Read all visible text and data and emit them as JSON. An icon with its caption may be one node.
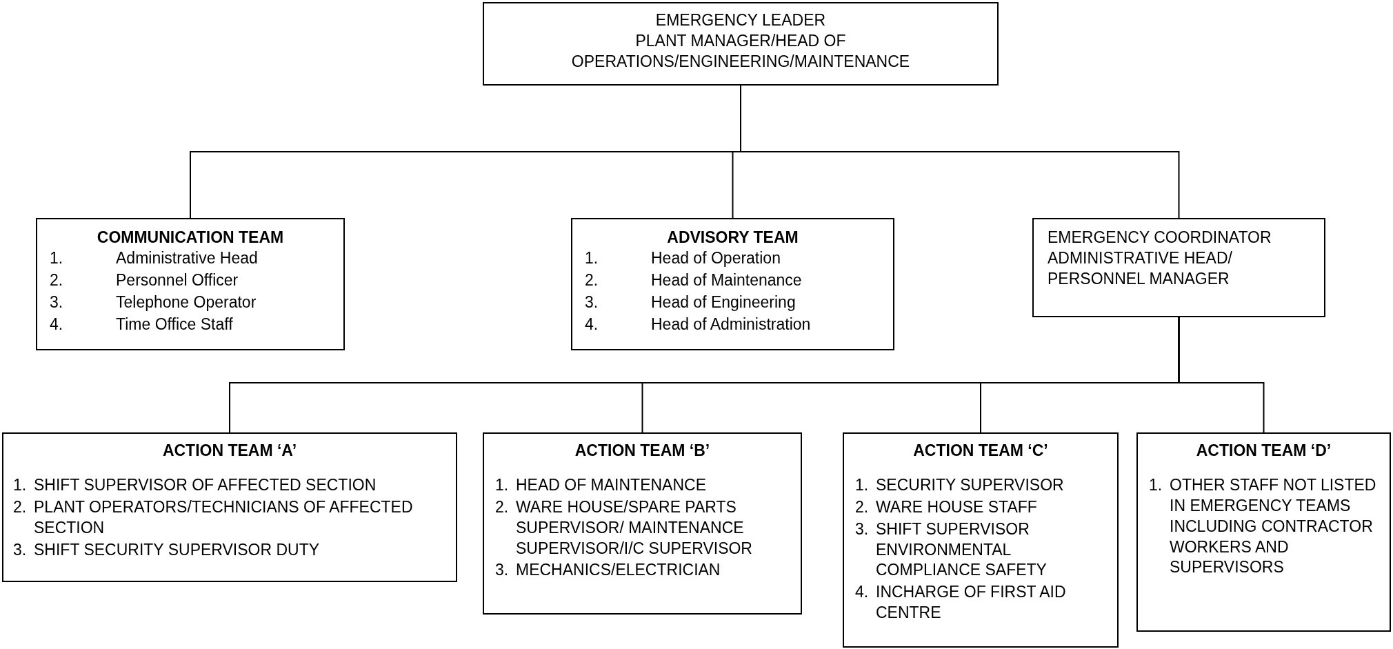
{
  "diagram": {
    "nodes": [
      {
        "text": [
          "EMERGENCY LEADER",
          "PLANT MANAGER/HEAD OF OPERATIONS/ENGINEERING/MAINTENANCE"
        ]
      },
      {
        "text": [
          "COMMUNICATION TEAM",
          "1.",
          "Administrative Head",
          "2.",
          "Personnel Officer",
          "3.",
          "Telephone Operator",
          "4.",
          "Time Office Staff"
        ]
      },
      {
        "text": [
          "ADVISORY TEAM",
          "1.",
          "Head of Operation",
          "2.",
          "Head of Maintenance",
          "3.",
          "Head of Engineering",
          "4.",
          "Head of Administration"
        ]
      },
      {
        "text": [
          "EMERGENCY COORDINATOR",
          "ADMINISTRATIVE HEAD/ PERSONNEL MANAGER"
        ]
      },
      {
        "text": [
          "ACTION TEAM ‘A’",
          "1.",
          "SHIFT SUPERVISOR OF AFFECTED SECTION",
          "2.",
          "PLANT OPERATORS/TECHNICIANS OF AFFECTED SECTION",
          "3.",
          "SHIFT SECURITY SUPERVISOR DUTY"
        ]
      },
      {
        "text": [
          "ACTION TEAM ‘B’",
          "1.",
          "HEAD OF MAINTENANCE",
          "2.",
          "WARE HOUSE/SPARE PARTS SUPERVISOR/ MAINTENANCE SUPERVISOR/I/C SUPERVISOR",
          "3.",
          "MECHANICS/ELECTRICIAN"
        ]
      },
      {
        "text": [
          "ACTION TEAM ‘C’",
          "1.",
          "SECURITY SUPERVISOR",
          "2.",
          "WARE HOUSE STAFF",
          "3.",
          "SHIFT SUPERVISOR ENVIRONMENTAL COMPLIANCE SAFETY",
          "4.",
          "INCHARGE OF FIRST AID CENTRE"
        ]
      },
      {
        "text": [
          "ACTION TEAM ‘D’",
          "1.",
          "OTHER STAFF NOT LISTED IN EMERGENCY TEAMS INCLUDING CONTRACTOR WORKERS AND SUPERVISORS"
        ]
      }
    ],
    "edges": [
      {
        "from": 0,
        "to": 1,
        "arrow": "none"
      },
      {
        "from": 0,
        "to": 2,
        "arrow": "none"
      },
      {
        "from": 0,
        "to": 3,
        "arrow": "none"
      },
      {
        "from": 3,
        "to": 4,
        "arrow": "none"
      },
      {
        "from": 3,
        "to": 5,
        "arrow": "none"
      },
      {
        "from": 3,
        "to": 6,
        "arrow": "none"
      },
      {
        "from": 3,
        "to": 7,
        "arrow": "none"
      }
    ]
  }
}
